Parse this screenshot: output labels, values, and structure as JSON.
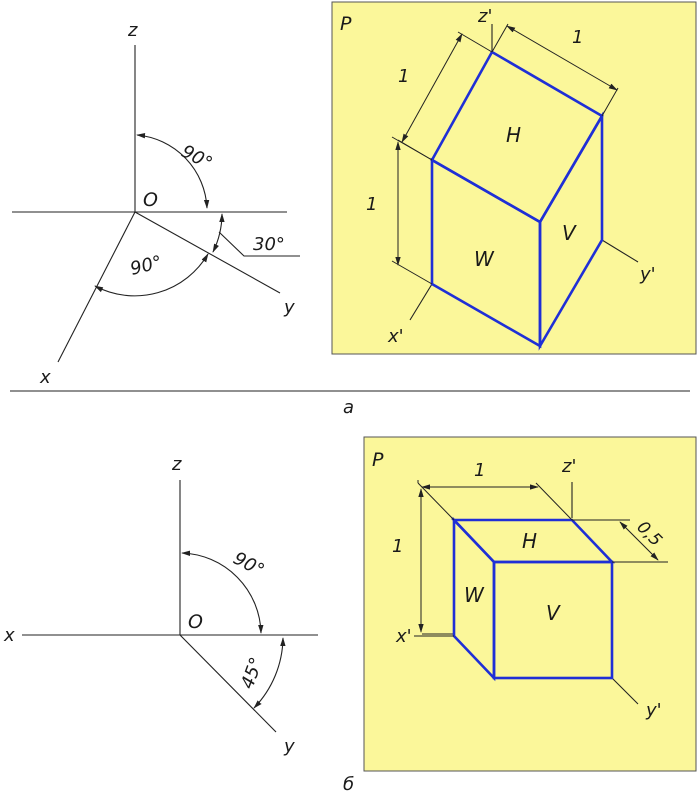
{
  "colors": {
    "panel": "#fbf79a",
    "cube_edge": "#1f2fd6",
    "line": "#222222"
  },
  "figure_a": {
    "caption": "а",
    "axes": {
      "z": "z",
      "x": "x",
      "y": "y",
      "origin": "O",
      "angle_zx": "90°",
      "angle_xy": "90°",
      "angle_y": "30°"
    },
    "panel": {
      "plane": "P",
      "z": "z'",
      "x": "x'",
      "y": "y'",
      "face_top": "H",
      "face_front": "W",
      "face_side": "V",
      "dim_top": "1",
      "dim_left": "1",
      "dim_height": "1"
    }
  },
  "figure_b": {
    "caption": "б",
    "axes": {
      "z": "z",
      "x": "x",
      "y": "y",
      "origin": "O",
      "angle_zx": "90°",
      "angle_y": "45°"
    },
    "panel": {
      "plane": "P",
      "z": "z'",
      "x": "x'",
      "y": "y'",
      "face_top": "H",
      "face_left": "W",
      "face_front": "V",
      "dim_width": "1",
      "dim_height": "1",
      "dim_depth": "0,5"
    }
  }
}
